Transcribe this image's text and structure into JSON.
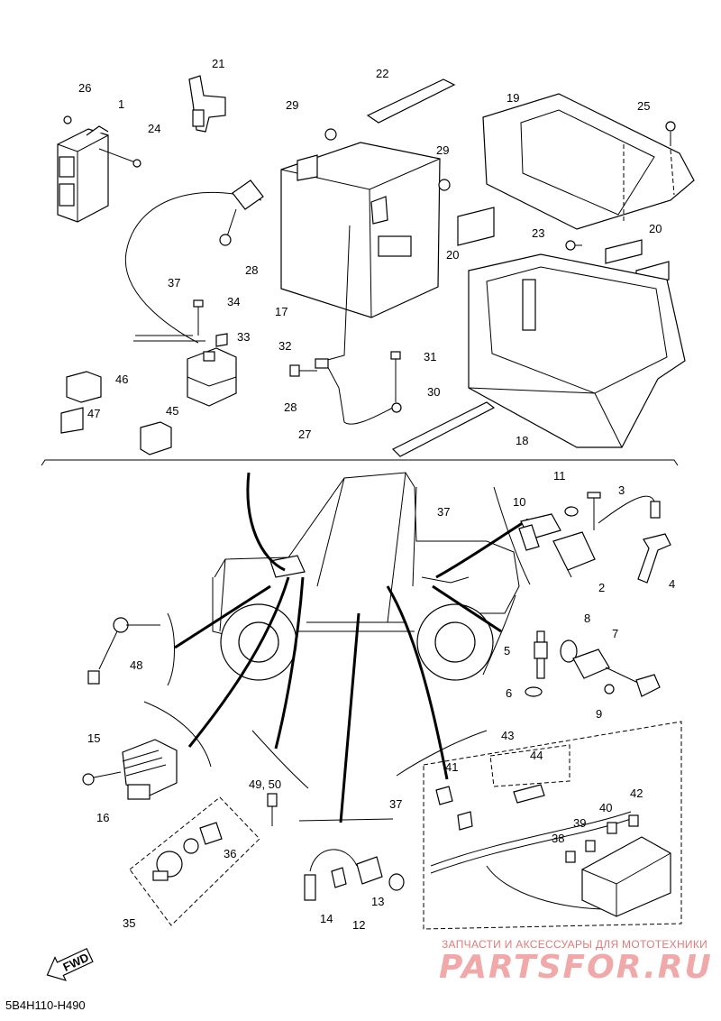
{
  "callouts": [
    "1",
    "2",
    "3",
    "4",
    "5",
    "6",
    "7",
    "8",
    "9",
    "10",
    "11",
    "12",
    "13",
    "14",
    "15",
    "16",
    "17",
    "18",
    "19",
    "20",
    "20",
    "21",
    "22",
    "23",
    "24",
    "25",
    "26",
    "27",
    "28",
    "28",
    "29",
    "29",
    "30",
    "31",
    "32",
    "33",
    "34",
    "35",
    "36",
    "37",
    "37",
    "37",
    "38",
    "39",
    "40",
    "41",
    "42",
    "43",
    "44",
    "45",
    "46",
    "47",
    "48",
    "49, 50"
  ],
  "diagram_code": "5B4H110-H490",
  "fwd_label": "FWD",
  "watermark": {
    "line1": "ЗАПЧАСТИ И АКСЕССУАРЫ ДЛЯ МОТОТЕХНИКИ",
    "logo": "PARTSFOR.RU"
  }
}
